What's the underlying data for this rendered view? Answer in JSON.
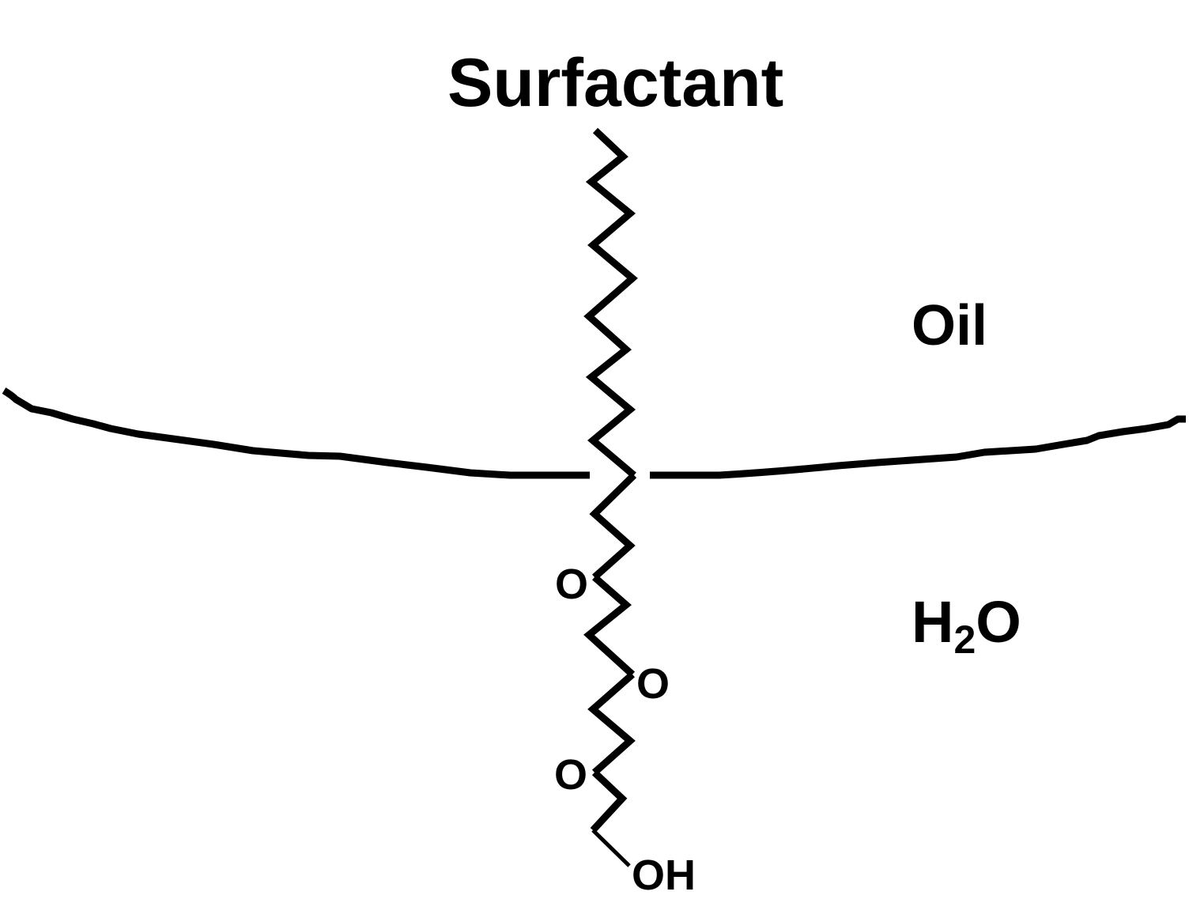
{
  "diagram": {
    "title": "Surfactant",
    "phases": {
      "upper": "Oil",
      "lower_main": "H",
      "lower_sub": "2",
      "lower_tail": "O"
    },
    "molecule": {
      "hydrophobic_tail": "alkyl chain (zigzag)",
      "atoms": [
        "O",
        "O",
        "O",
        "OH"
      ]
    },
    "interface": "oil-water boundary curve",
    "colors": {
      "line": "#000000",
      "background": "#ffffff",
      "text": "#000000"
    }
  }
}
